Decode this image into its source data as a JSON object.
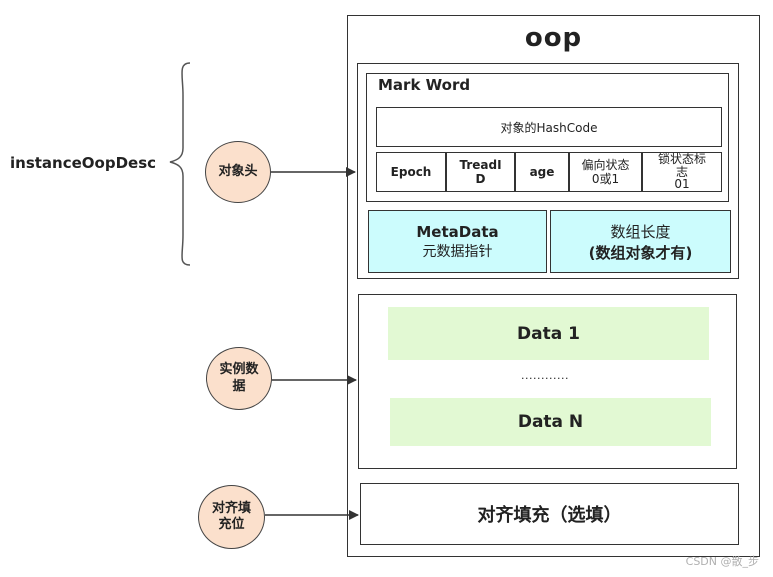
{
  "title": "oop",
  "left_label": "instanceOopDesc",
  "circles": {
    "header": "对象头",
    "instance_data": [
      "实例数",
      "据"
    ],
    "padding": [
      "对齐填",
      "充位"
    ]
  },
  "header": {
    "mark_word": {
      "title": "Mark Word",
      "hashcode": "对象的HashCode",
      "cells": {
        "epoch": "Epoch",
        "treadid": [
          "TreadI",
          "D"
        ],
        "age": "age",
        "biased": [
          "偏向状态",
          "0或1"
        ],
        "lock": [
          "锁状态标",
          "志",
          "01"
        ]
      }
    },
    "metadata": [
      "MetaData",
      "元数据指针"
    ],
    "array_length": [
      "数组长度",
      "(数组对象才有)"
    ]
  },
  "instance_data": {
    "first": "Data 1",
    "ellipsis": "............",
    "last": "Data N"
  },
  "padding_box": "对齐填充（选填）",
  "watermark": "CSDN @散_步",
  "colors": {
    "circle_fill": "#fbe0cc",
    "cyan_fill": "#ccfcfd",
    "green_fill": "#e2f9d3",
    "border": "#333333"
  }
}
